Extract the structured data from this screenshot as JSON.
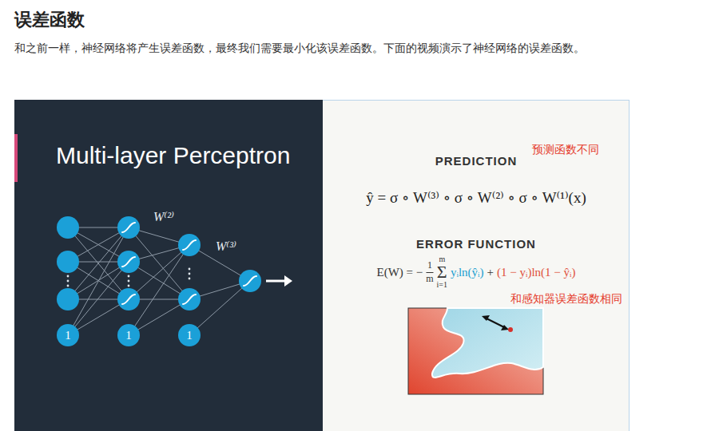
{
  "diagram": {
    "title": "误差函数",
    "nodes": [
      {
        "text": [
          "1"
        ]
      },
      {
        "text": [
          "1"
        ]
      },
      {
        "text": [
          "1"
        ]
      }
    ],
    "labels": [
      "和之前一样，神经网络将产生误差函数，最终我们需要最小化该误差函数。下面的视频演示了神经网络的误差函数。",
      "Multi-layer Perceptron",
      "W⁽²⁾",
      "W⁽³⁾",
      "PREDICTION",
      "预测函数不同",
      "ŷ = σ ∘ W⁽³⁾ ∘ σ ∘ W⁽²⁾ ∘ σ ∘ W⁽¹⁾(x)",
      "ERROR FUNCTION",
      "E(W) = −",
      "1",
      "m",
      "m",
      "Σ",
      "i=1",
      "yᵢln(ŷᵢ)",
      "+",
      "(1 − yᵢ)ln(1 − ŷᵢ)",
      "和感知器误差函数相同"
    ]
  }
}
